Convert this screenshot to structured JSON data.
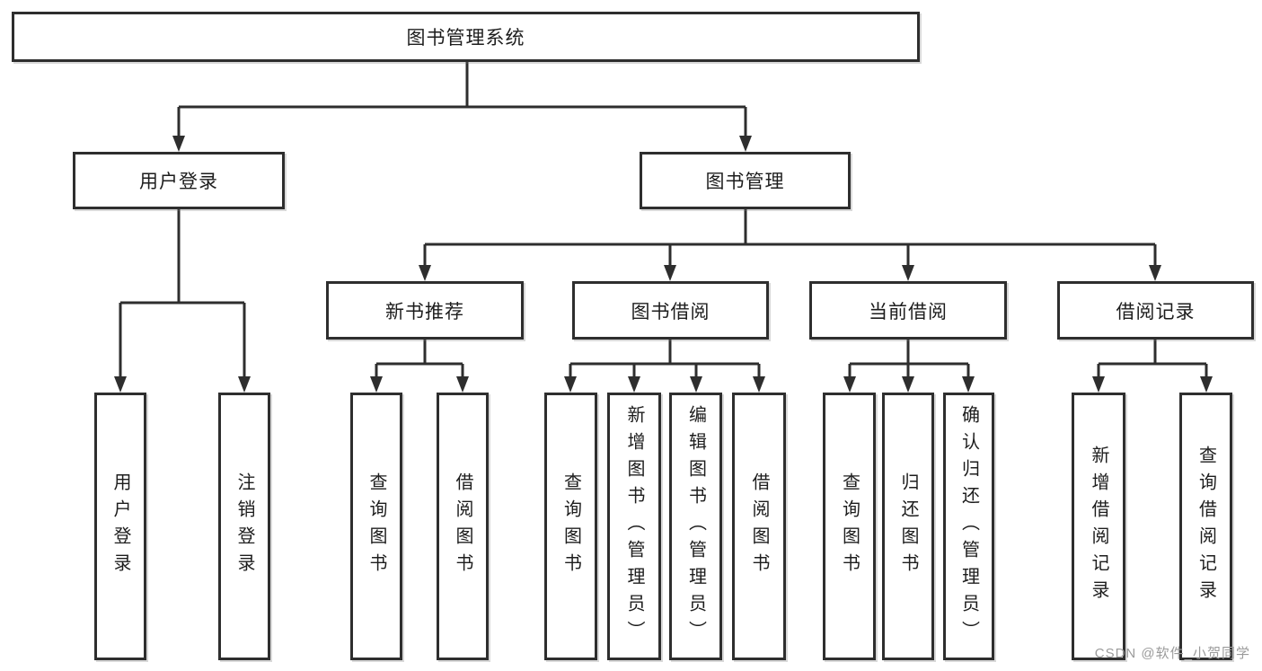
{
  "tree": {
    "label": "图书管理系统",
    "children": [
      {
        "label": "用户登录",
        "children": [
          {
            "label": "用户登录"
          },
          {
            "label": "注销登录"
          }
        ]
      },
      {
        "label": "图书管理",
        "children": [
          {
            "label": "新书推荐",
            "children": [
              {
                "label": "查询图书"
              },
              {
                "label": "借阅图书"
              }
            ]
          },
          {
            "label": "图书借阅",
            "children": [
              {
                "label": "查询图书"
              },
              {
                "label": "新增图书（管理员）"
              },
              {
                "label": "编辑图书（管理员）"
              },
              {
                "label": "借阅图书"
              }
            ]
          },
          {
            "label": "当前借阅",
            "children": [
              {
                "label": "查询图书"
              },
              {
                "label": "归还图书"
              },
              {
                "label": "确认归还（管理员）"
              }
            ]
          },
          {
            "label": "借阅记录",
            "children": [
              {
                "label": "新增借阅记录"
              },
              {
                "label": "查询借阅记录"
              }
            ]
          }
        ]
      }
    ]
  },
  "watermark": "CSDN @软件_小贺同学",
  "colors": {
    "line": "#2e2e2e",
    "box_border": "#2e2e2e",
    "text": "#1d1d1d",
    "watermark_text": "#9b9b9b",
    "background": "#ffffff"
  }
}
